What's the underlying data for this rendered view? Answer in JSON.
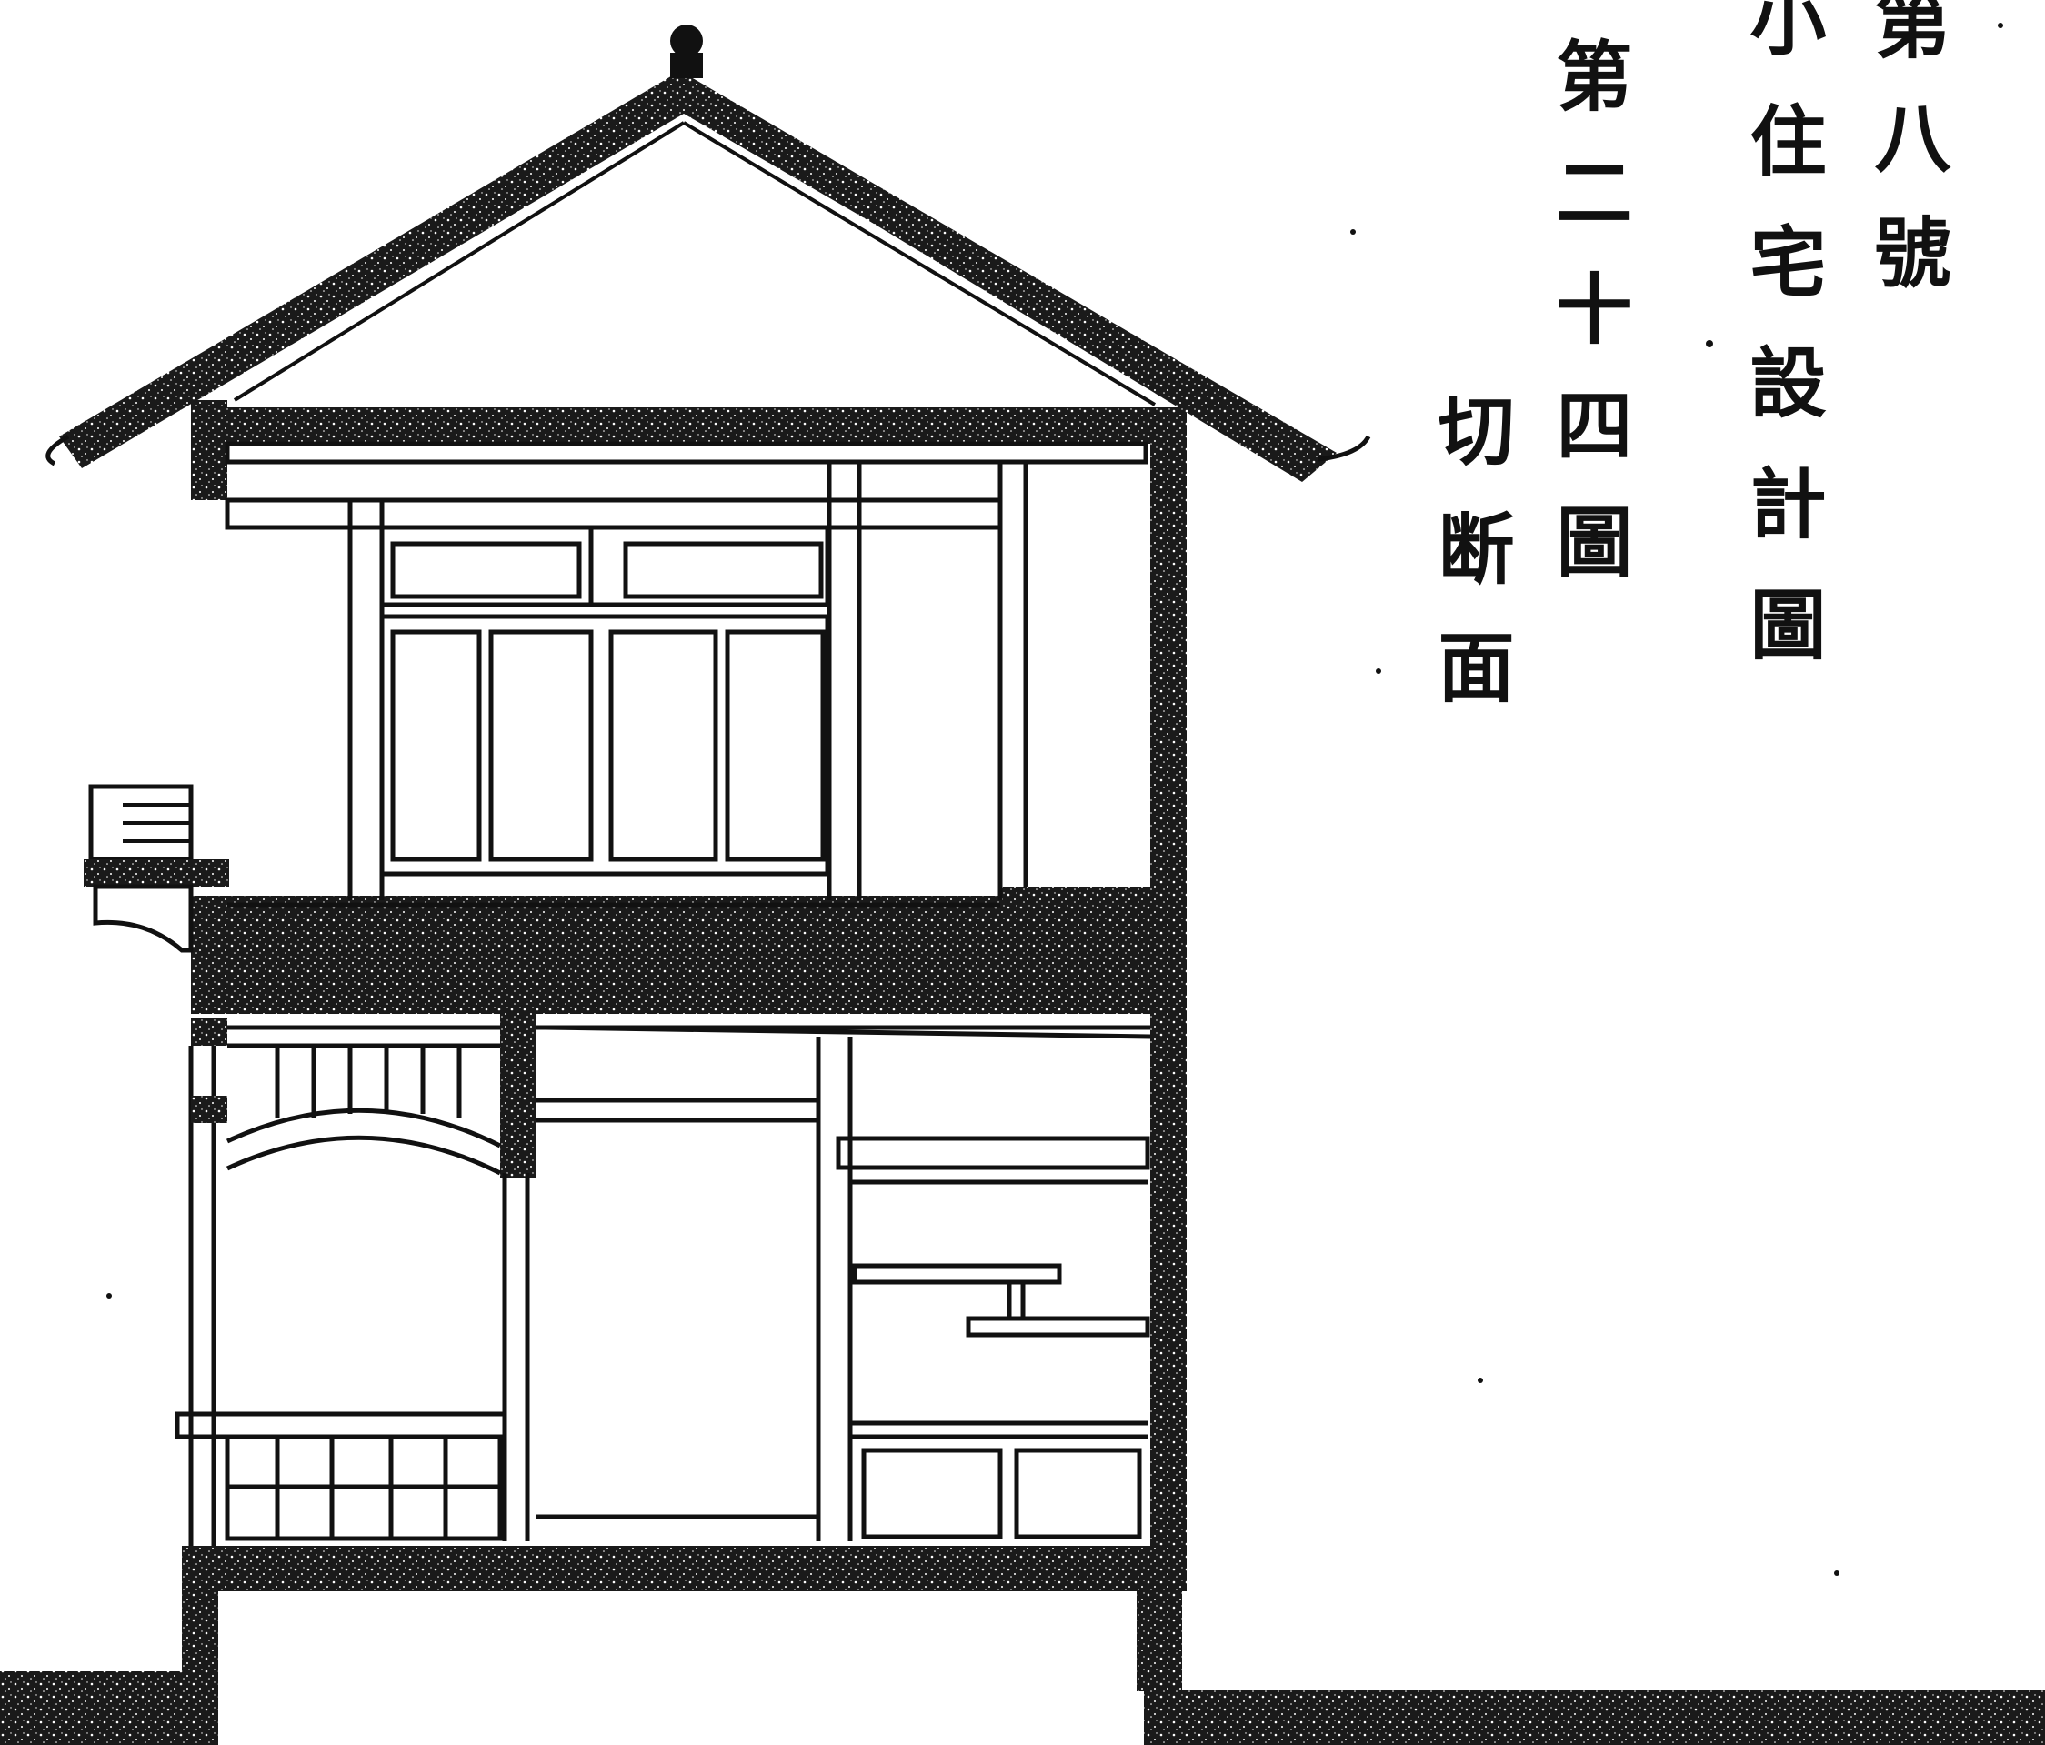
{
  "labels": {
    "series": "第八號",
    "title": "小住宅設計圖",
    "figure_no": "第二十四圖",
    "section": "切断面"
  },
  "colors": {
    "ink": "#111111",
    "paper": "#ffffff"
  }
}
